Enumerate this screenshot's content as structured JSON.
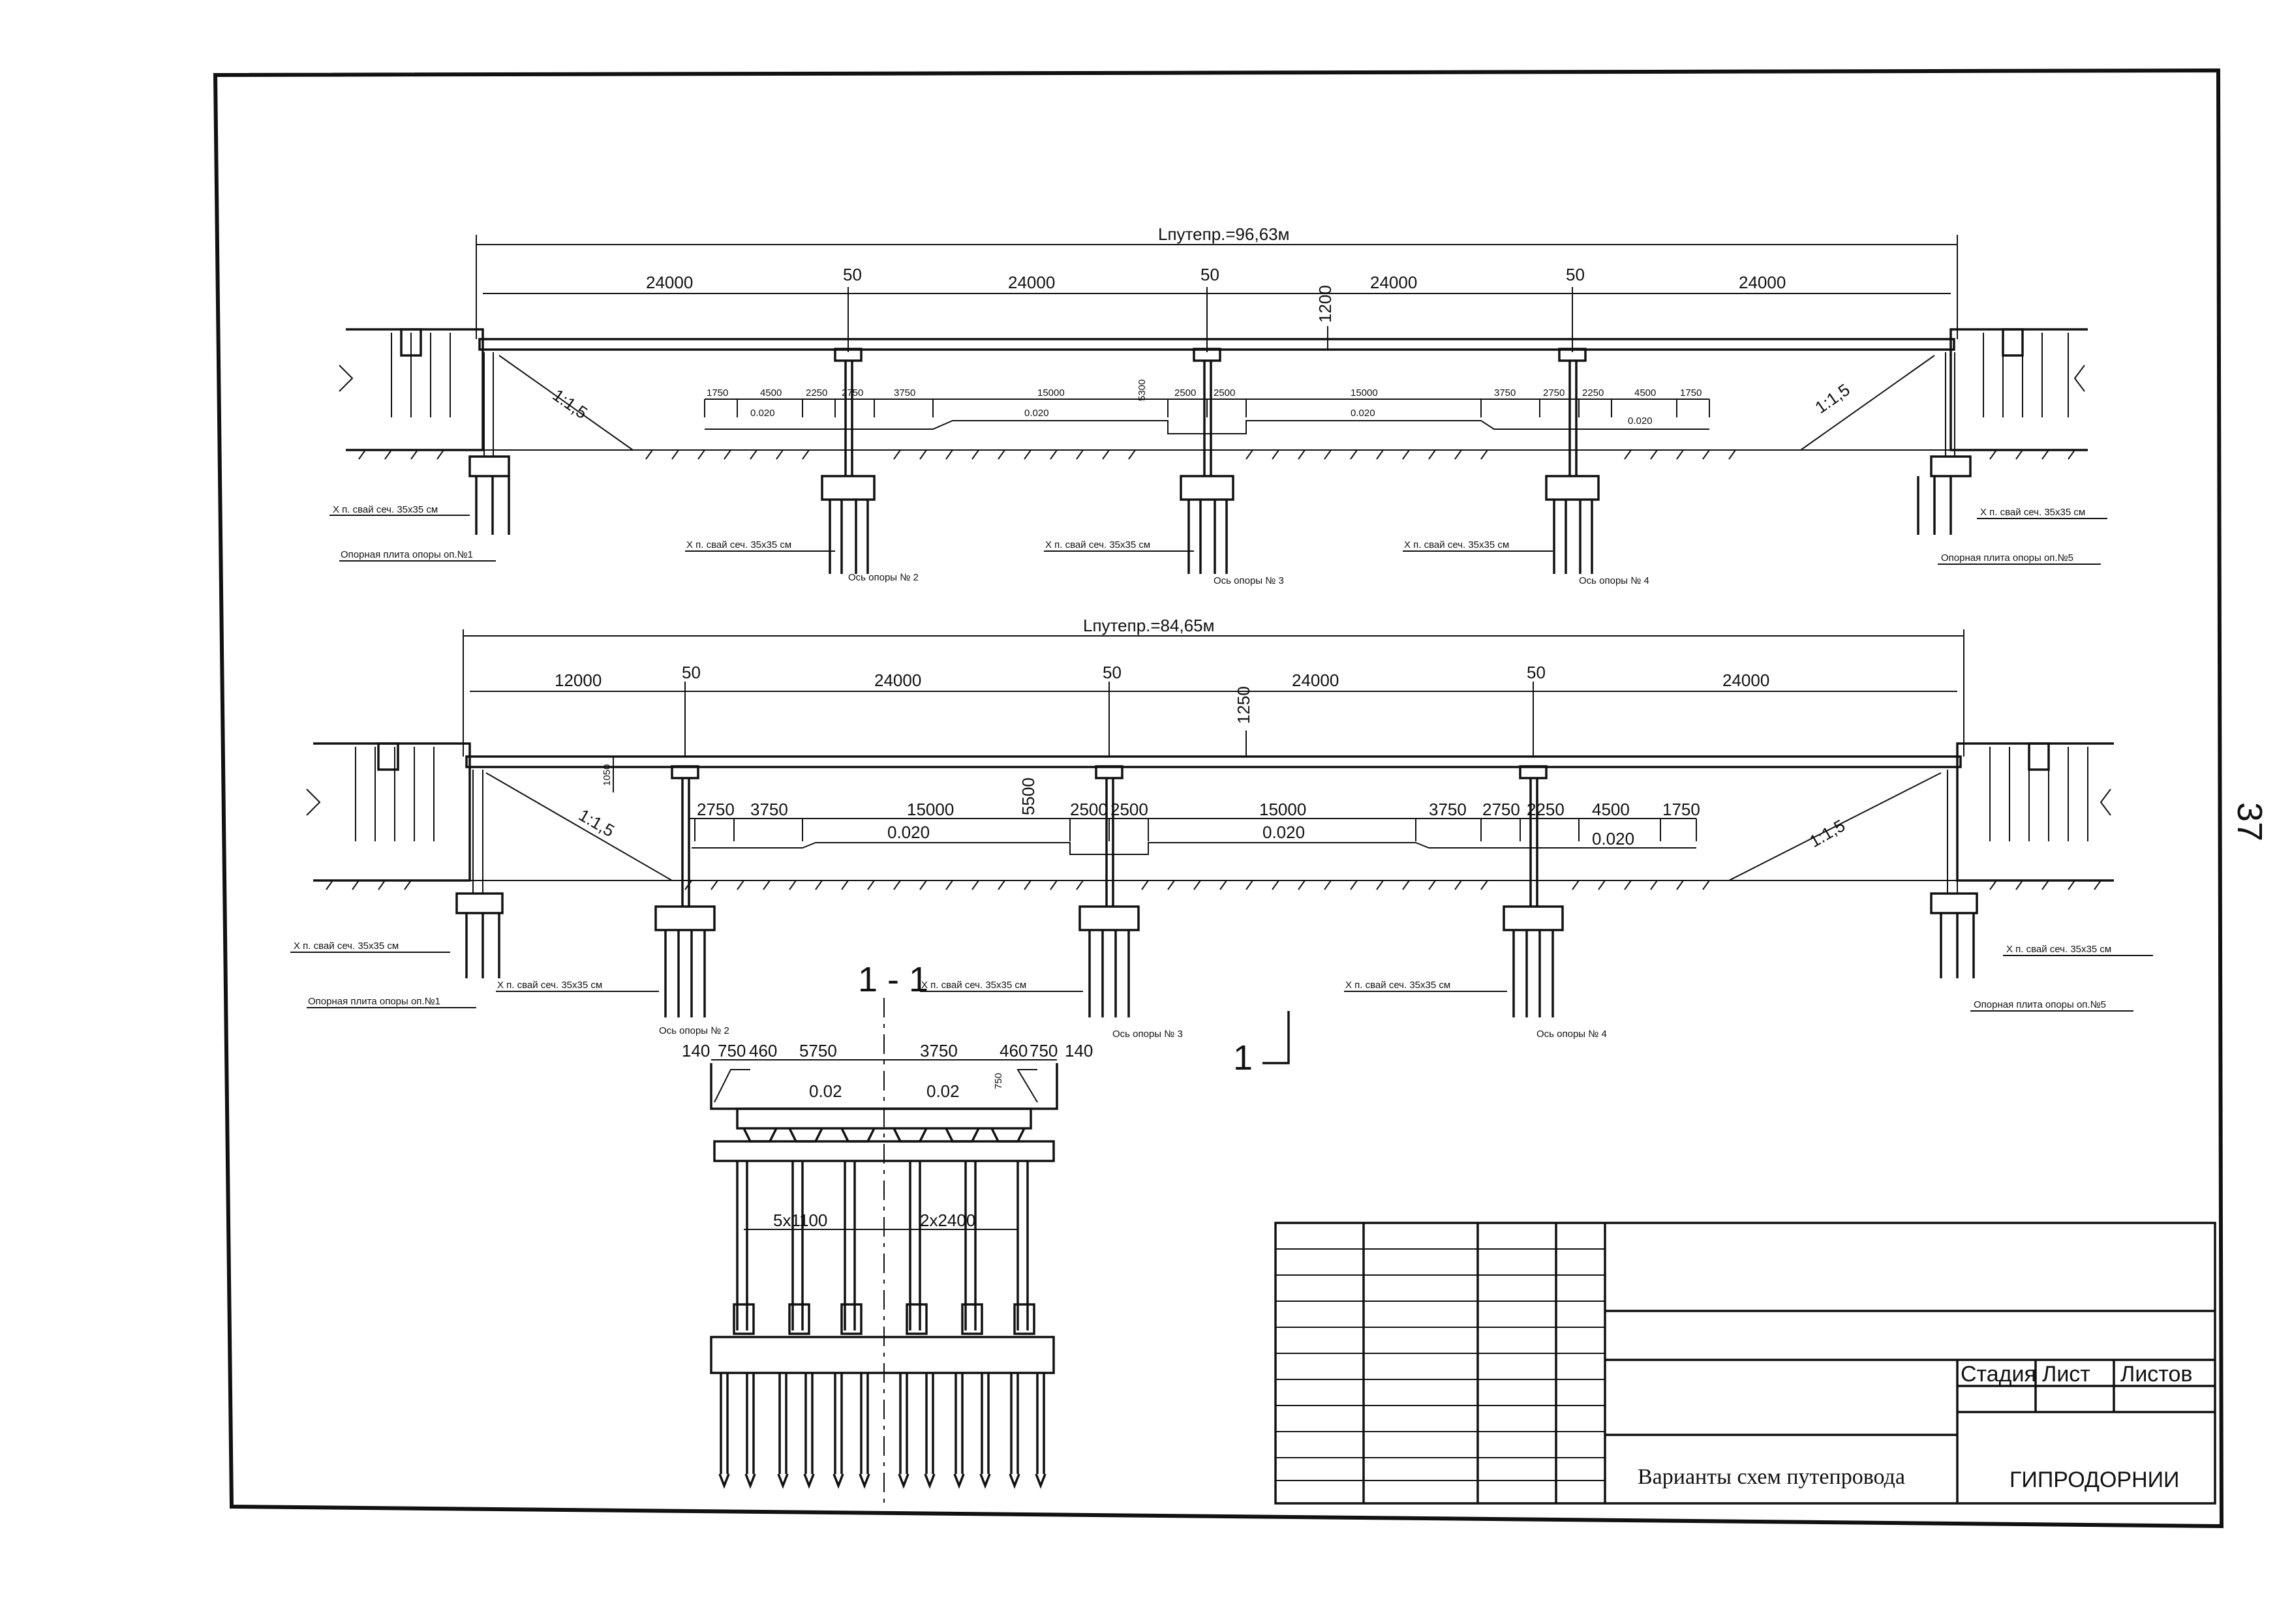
{
  "sheet": {
    "page_number": "37",
    "section_label": "1 - 1",
    "cut_mark": "1"
  },
  "scheme1": {
    "total_length": "Lпутепр.=96,63м",
    "spans": [
      "24000",
      "24000",
      "24000",
      "24000"
    ],
    "joints": [
      "50",
      "50",
      "50"
    ],
    "beam_depth": "1200",
    "pier_height": "5300",
    "slope_left": "1:1,5",
    "slope_right": "1:1,5",
    "road_dims": [
      "1750",
      "4500",
      "2250",
      "2750",
      "3750",
      "15000",
      "2500",
      "2500",
      "15000",
      "3750",
      "2750",
      "2250",
      "4500",
      "1750"
    ],
    "grades": [
      "0.020",
      "0.020",
      "0.020",
      "0.020"
    ],
    "pile_notes": [
      "Х п. свай сеч. 35х35 см",
      "Опорная плита опоры оп.№1",
      "Х п. свай сеч. 35х35 см",
      "Ось опоры № 2",
      "Х п. свай сеч. 35х35 см",
      "Ось опоры № 3",
      "Х п. свай сеч. 35х35 см",
      "Ось опоры № 4",
      "Х п. свай сеч. 35х35 см",
      "Опорная плита опоры оп.№5"
    ]
  },
  "scheme2": {
    "total_length": "Lпутепр.=84,65м",
    "spans": [
      "12000",
      "24000",
      "24000",
      "24000"
    ],
    "joints": [
      "50",
      "50",
      "50"
    ],
    "beam_depth": "1250",
    "abutment_height": "1050",
    "pier_height": "5500",
    "slope_left": "1:1,5",
    "slope_right": "1:1,5",
    "road_dims": [
      "2750",
      "3750",
      "15000",
      "2500",
      "2500",
      "15000",
      "3750",
      "2750",
      "2250",
      "4500",
      "1750"
    ],
    "grades": [
      "0.020",
      "0.020",
      "0.020"
    ],
    "pile_notes": [
      "Х п. свай сеч. 35х35 см",
      "Опорная плита опоры оп.№1",
      "Х п. свай сеч. 35х35 см",
      "Ось опоры № 2",
      "Х п. свай сеч. 35х35 см",
      "Ось опоры № 3",
      "Х п. свай сеч. 35х35 см",
      "Ось опоры № 4",
      "Х п. свай сеч. 35х35 см",
      "Опорная плита опоры оп.№5"
    ]
  },
  "cross_section": {
    "top_dims": [
      "140",
      "750",
      "460",
      "5750",
      "3750",
      "460",
      "750",
      "140"
    ],
    "grades": [
      "0.02",
      "0.02"
    ],
    "side_dim": "750",
    "pile_spacing_left": "5х1100",
    "pile_spacing_right": "2х2400"
  },
  "title_block": {
    "stage_label": "Стадия",
    "sheet_label": "Лист",
    "sheets_label": "Листов",
    "drawing_title": "Варианты схем путепровода",
    "organization": "ГИПРОДОРНИИ"
  }
}
